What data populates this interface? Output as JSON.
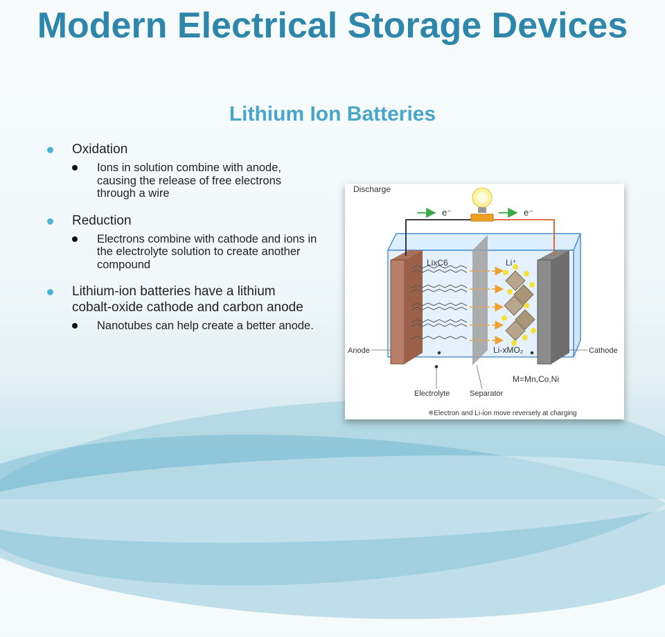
{
  "slide": {
    "title": "Modern Electrical Storage Devices",
    "subtitle": "Lithium Ion Batteries"
  },
  "bullets": [
    {
      "text": "Oxidation",
      "sub": [
        "Ions in solution combine with anode, causing the release of free electrons through a wire"
      ]
    },
    {
      "text": "Reduction",
      "sub": [
        "Electrons combine with cathode and ions in the electrolyte solution to create another compound"
      ]
    },
    {
      "text": "Lithium-ion batteries have a lithium cobalt-oxide cathode and carbon anode",
      "sub": [
        "Nanotubes can help create a better anode."
      ]
    }
  ],
  "diagram": {
    "heading": "Discharge",
    "electron_left": "e⁻",
    "electron_right": "e⁻",
    "anode_material": "LixC6",
    "ion_label": "Li⁺",
    "cathode_material": "Li-xMO₂",
    "metal_note": "M=Mn,Co,Ni",
    "label_anode": "Anode",
    "label_cathode": "Cathode",
    "label_electrolyte": "Electrolyte",
    "label_separator": "Separator",
    "footnote": "※Electron and Li-ion move reversely at charging",
    "colors": {
      "title": "#2e86ab",
      "subtitle": "#4aa6c8",
      "wire_left": "#222222",
      "wire_right": "#e05a2b",
      "ion_arrow": "#f0a030",
      "metal_highlight": "#d23a8a"
    }
  }
}
